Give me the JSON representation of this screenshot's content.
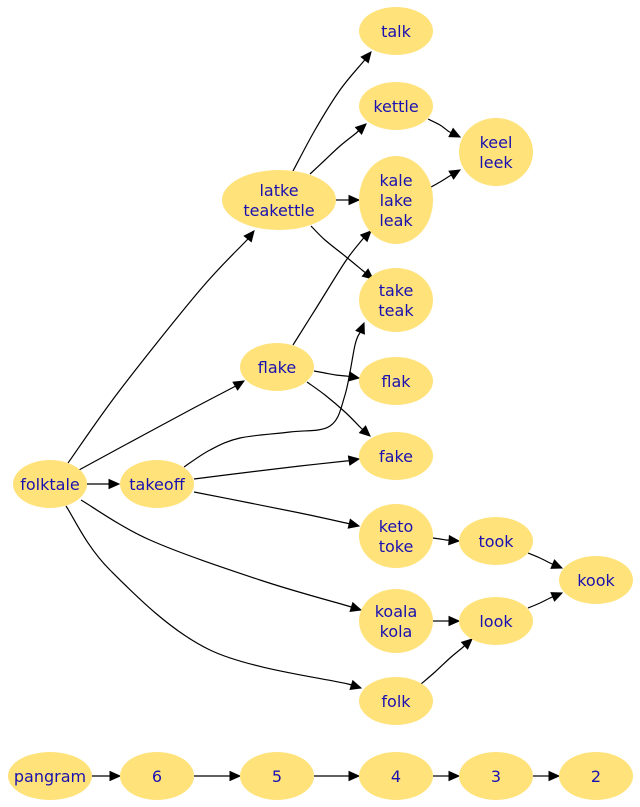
{
  "colors": {
    "node_fill": "#ffe27a",
    "node_text": "#1a10b0",
    "edge": "#000000",
    "background": "#ffffff"
  },
  "nodes": {
    "talk": [
      "talk"
    ],
    "kettle": [
      "kettle"
    ],
    "keel": [
      "keel",
      "leek"
    ],
    "latke": [
      "latke",
      "teakettle"
    ],
    "kale": [
      "kale",
      "lake",
      "leak"
    ],
    "take": [
      "take",
      "teak"
    ],
    "flake": [
      "flake"
    ],
    "flak": [
      "flak"
    ],
    "folktale": [
      "folktale"
    ],
    "takeoff": [
      "takeoff"
    ],
    "fake": [
      "fake"
    ],
    "keto": [
      "keto",
      "toke"
    ],
    "took": [
      "took"
    ],
    "kook": [
      "kook"
    ],
    "koala": [
      "koala",
      "kola"
    ],
    "look": [
      "look"
    ],
    "folk": [
      "folk"
    ],
    "pangram": [
      "pangram"
    ],
    "n6": [
      "6"
    ],
    "n5": [
      "5"
    ],
    "n4": [
      "4"
    ],
    "n3": [
      "3"
    ],
    "n2": [
      "2"
    ]
  },
  "edges": [
    [
      "folktale",
      "takeoff"
    ],
    [
      "folktale",
      "latke"
    ],
    [
      "folktale",
      "flake"
    ],
    [
      "folktale",
      "koala"
    ],
    [
      "folktale",
      "folk"
    ],
    [
      "latke",
      "talk"
    ],
    [
      "latke",
      "kettle"
    ],
    [
      "latke",
      "kale"
    ],
    [
      "latke",
      "take"
    ],
    [
      "kettle",
      "keel"
    ],
    [
      "kale",
      "keel"
    ],
    [
      "flake",
      "kale"
    ],
    [
      "flake",
      "flak"
    ],
    [
      "flake",
      "fake"
    ],
    [
      "takeoff",
      "take"
    ],
    [
      "takeoff",
      "fake"
    ],
    [
      "takeoff",
      "keto"
    ],
    [
      "keto",
      "took"
    ],
    [
      "took",
      "kook"
    ],
    [
      "koala",
      "look"
    ],
    [
      "folk",
      "look"
    ],
    [
      "look",
      "kook"
    ],
    [
      "pangram",
      "n6"
    ],
    [
      "n6",
      "n5"
    ],
    [
      "n5",
      "n4"
    ],
    [
      "n4",
      "n3"
    ],
    [
      "n3",
      "n2"
    ]
  ]
}
